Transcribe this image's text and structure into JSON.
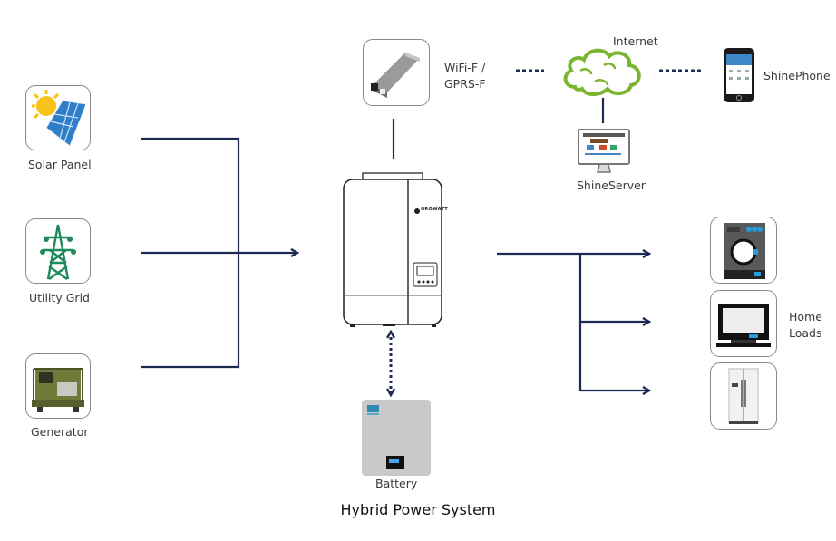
{
  "title": "Hybrid Power System",
  "colors": {
    "line": "#1c2a55",
    "cloud": "#7ab52f",
    "grid_tower": "#1e8a5a",
    "accent_blue": "#2a9ad8"
  },
  "sources": [
    {
      "label": "Solar Panel",
      "icon": "solar-panel-icon"
    },
    {
      "label": "Utility Grid",
      "icon": "power-tower-icon"
    },
    {
      "label": "Generator",
      "icon": "generator-icon"
    }
  ],
  "monitoring": {
    "dongle_label_line1": "WiFi-F /",
    "dongle_label_line2": "GPRS-F",
    "internet_label": "Internet",
    "phone_label": "ShinePhone",
    "server_label": "ShineServer"
  },
  "inverter": {
    "brand": "GROWATT"
  },
  "battery": {
    "label": "Battery"
  },
  "loads": {
    "label_line1": "Home",
    "label_line2": "Loads",
    "items": [
      {
        "icon": "washing-machine-icon"
      },
      {
        "icon": "television-icon"
      },
      {
        "icon": "refrigerator-icon"
      }
    ]
  }
}
